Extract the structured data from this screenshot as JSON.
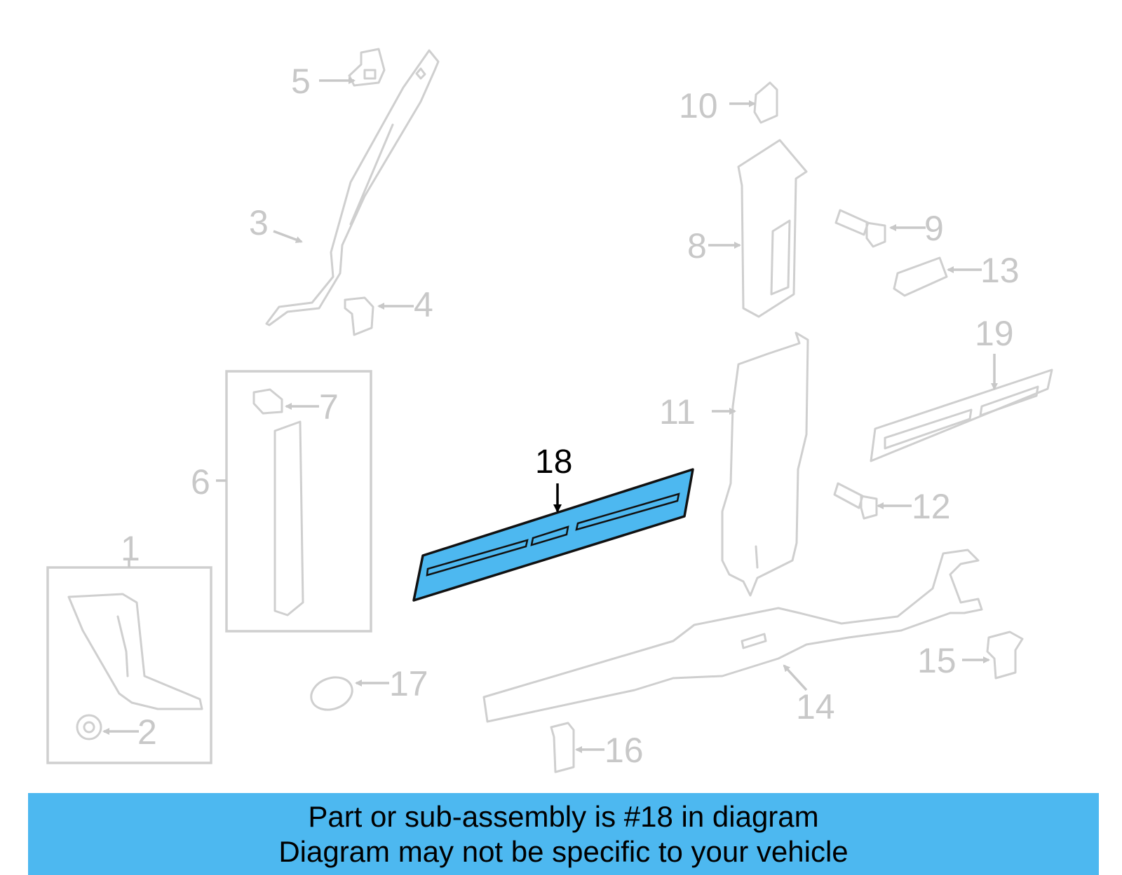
{
  "callouts": {
    "c1": "1",
    "c2": "2",
    "c3": "3",
    "c4": "4",
    "c5": "5",
    "c6": "6",
    "c7": "7",
    "c8": "8",
    "c9": "9",
    "c10": "10",
    "c11": "11",
    "c12": "12",
    "c13": "13",
    "c14": "14",
    "c15": "15",
    "c16": "16",
    "c17": "17",
    "c18": "18",
    "c19": "19"
  },
  "highlighted_part": "18",
  "highlight_color": "#4db8f0",
  "banner": {
    "line1": "Part or sub-assembly is #18 in diagram",
    "line2": "Diagram may not be specific to your vehicle"
  }
}
